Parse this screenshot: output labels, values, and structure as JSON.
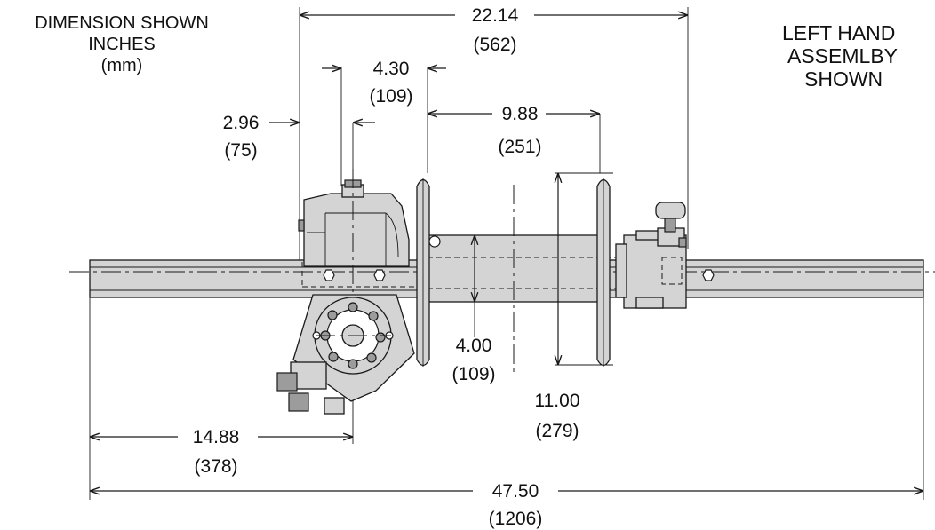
{
  "notes": {
    "units_line1": "DIMENSION SHOWN",
    "units_line2": "INCHES",
    "units_line3": "(mm)",
    "hand_line1": "LEFT HAND",
    "hand_line2": "ASSEMLBY",
    "hand_line3": "SHOWN"
  },
  "dimensions": {
    "overall_width": {
      "in": "22.14",
      "mm": "(562)"
    },
    "offset_4_30": {
      "in": "4.30",
      "mm": "(109)"
    },
    "offset_2_96": {
      "in": "2.96",
      "mm": "(75)"
    },
    "drum_width": {
      "in": "9.88",
      "mm": "(251)"
    },
    "drum_diameter": {
      "in": "4.00",
      "mm": "(109)"
    },
    "flange_diameter": {
      "in": "11.00",
      "mm": "(279)"
    },
    "motor_offset": {
      "in": "14.88",
      "mm": "(378)"
    },
    "overall_length": {
      "in": "47.50",
      "mm": "(1206)"
    }
  },
  "colors": {
    "line": "#1a1a1a",
    "part_fill": "#d4d4d4",
    "dark_fill": "#9c9c9c"
  }
}
